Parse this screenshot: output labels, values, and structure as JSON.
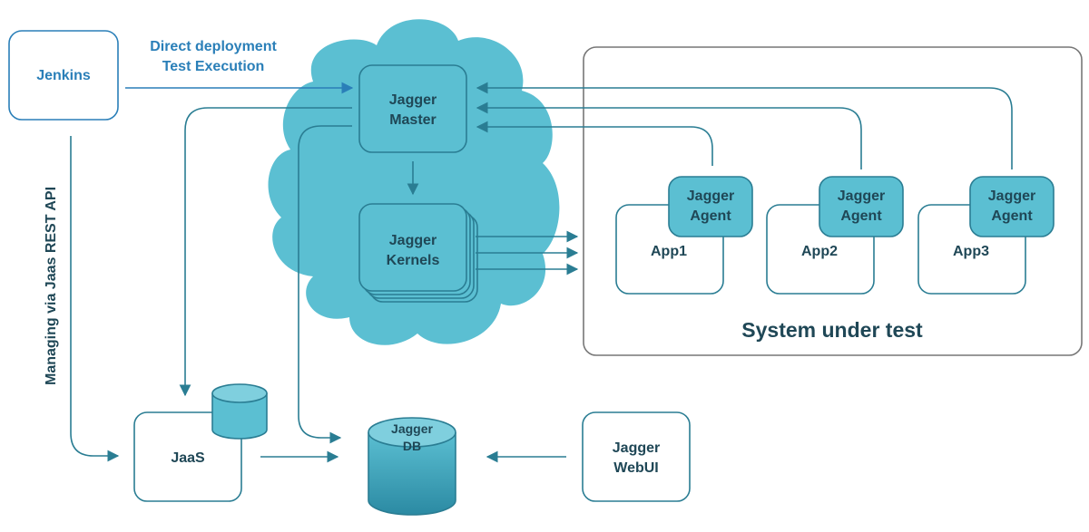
{
  "nodes": {
    "jenkins": "Jenkins",
    "master_line1": "Jagger",
    "master_line2": "Master",
    "kernels_line1": "Jagger",
    "kernels_line2": "Kernels",
    "agent_line1": "Jagger",
    "agent_line2": "Agent",
    "app1": "App1",
    "app2": "App2",
    "app3": "App3",
    "sut": "System under test",
    "jaas": "JaaS",
    "db_line1": "Jagger",
    "db_line2": "DB",
    "webui_line1": "Jagger",
    "webui_line2": "WebUI"
  },
  "labels": {
    "deploy_line1": "Direct deployment",
    "deploy_line2": "Test Execution",
    "rest_api": "Managing via Jaas REST API"
  },
  "colors": {
    "cloud": "#5bbfd2",
    "stroke": "#2a7d93",
    "blue_arrow": "#2a7fb8",
    "text": "#1f4756",
    "frame": "#777777"
  }
}
